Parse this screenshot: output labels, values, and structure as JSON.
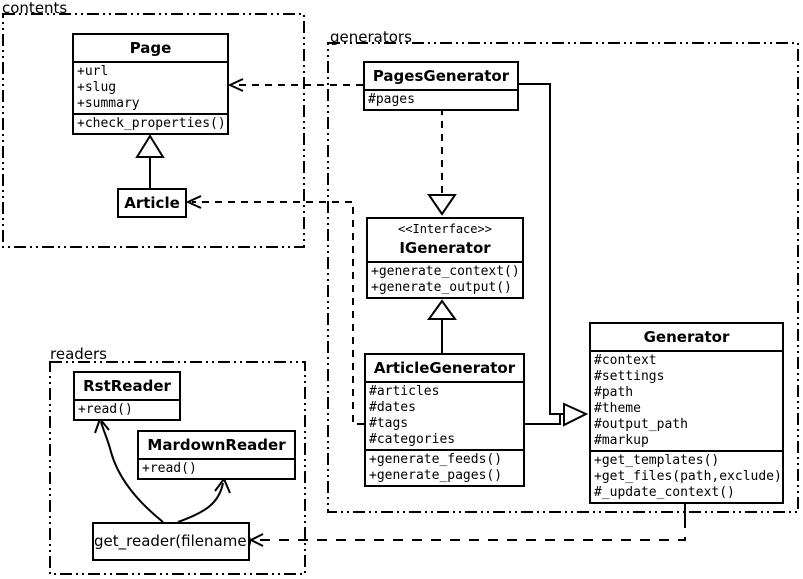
{
  "packages": {
    "contents": {
      "label": "contents"
    },
    "generators": {
      "label": "generators"
    },
    "readers": {
      "label": "readers"
    }
  },
  "classes": {
    "page": {
      "name": "Page",
      "attributes": [
        "+url",
        "+slug",
        "+summary"
      ],
      "methods": [
        "+check_properties()"
      ]
    },
    "article": {
      "name": "Article"
    },
    "pages_generator": {
      "name": "PagesGenerator",
      "attributes": [
        "#pages"
      ]
    },
    "igenerator": {
      "stereotype": "<<Interface>>",
      "name": "IGenerator",
      "methods": [
        "+generate_context()",
        "+generate_output()"
      ]
    },
    "article_generator": {
      "name": "ArticleGenerator",
      "attributes": [
        "#articles",
        "#dates",
        "#tags",
        "#categories"
      ],
      "methods": [
        "+generate_feeds()",
        "+generate_pages()"
      ]
    },
    "generator": {
      "name": "Generator",
      "attributes": [
        "#context",
        "#settings",
        "#path",
        "#theme",
        "#output_path",
        "#markup"
      ],
      "methods": [
        "+get_templates()",
        "+get_files(path,exclude)",
        "#_update_context()"
      ]
    },
    "rst_reader": {
      "name": "RstReader",
      "methods": [
        "+read()"
      ]
    },
    "markdown_reader": {
      "name": "MardownReader",
      "methods": [
        "+read()"
      ]
    }
  },
  "functions": {
    "get_reader": {
      "label": "get_reader(filename)"
    }
  },
  "relations": [
    {
      "from": "Article",
      "to": "Page",
      "type": "inheritance"
    },
    {
      "from": "PagesGenerator",
      "to": "IGenerator",
      "type": "realization"
    },
    {
      "from": "ArticleGenerator",
      "to": "IGenerator",
      "type": "inheritance"
    },
    {
      "from": "PagesGenerator",
      "to": "Generator",
      "type": "inheritance"
    },
    {
      "from": "ArticleGenerator",
      "to": "Generator",
      "type": "inheritance"
    },
    {
      "from": "PagesGenerator",
      "to": "Page",
      "type": "dependency"
    },
    {
      "from": "ArticleGenerator",
      "to": "Article",
      "type": "dependency"
    },
    {
      "from": "Generator",
      "to": "get_reader(filename)",
      "type": "dependency"
    },
    {
      "from": "get_reader(filename)",
      "to": "RstReader",
      "type": "arrow"
    },
    {
      "from": "get_reader(filename)",
      "to": "MardownReader",
      "type": "arrow"
    }
  ],
  "colors": {
    "line": "#000000",
    "background": "#ffffff"
  }
}
